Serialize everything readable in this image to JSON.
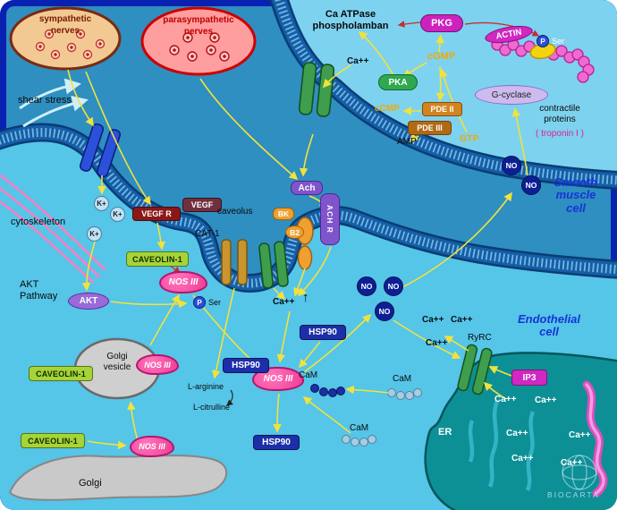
{
  "watermark": "BIOCARTA",
  "nerves": {
    "sympathetic_l1": "sympathetic",
    "sympathetic_l2": "nerves",
    "parasympathetic_l1": "parasympathetic",
    "parasympathetic_l2": "nerves"
  },
  "extracellular": {
    "shear_stress": "shear stress",
    "cytoskeleton": "cytoskeleton",
    "k": "K+",
    "vegfr": "VEGF R",
    "vegf": "VEGF",
    "ach": "Ach",
    "achr": "ACH R",
    "bk": "BK",
    "b2": "B2",
    "caveolus": "caveolus",
    "cat1": "CAT-1"
  },
  "endothelial": {
    "cell_l1": "Endothelial",
    "cell_l2": "cell",
    "akt_label_l1": "AKT",
    "akt_label_l2": "Pathway",
    "akt": "AKT",
    "caveolin": "CAVEOLIN-1",
    "nos3": "NOS III",
    "p": "P",
    "ser": "Ser",
    "hsp90": "HSP90",
    "ca": "Ca++",
    "up": "↑",
    "no": "NO",
    "cam": "CaM",
    "l_arginine": "L-arginine",
    "l_citrulline": "L-citrulline",
    "golgi_vesicle_l1": "Golgi",
    "golgi_vesicle_l2": "vesicle",
    "golgi": "Golgi",
    "er": "ER",
    "ryrc": "RyRC",
    "ip3": "IP3"
  },
  "smc": {
    "cell_l1": "Smooth",
    "cell_l2": "muscle",
    "cell_l3": "cell",
    "ca_atpase_l1": "Ca ATPase",
    "ca_atpase_l2": "phospholamban",
    "pkg": "PKG",
    "actin": "ACTIN",
    "p": "P",
    "ser": "Ser",
    "cgmp": "cGMP",
    "pka": "PKA",
    "ccmp": "cCMP",
    "pde2": "PDE II",
    "pde3": "PDE III",
    "amp": "AMP",
    "gtp": "GTP",
    "gcyclase": "G-cyclase",
    "contractile_l1": "contractile",
    "contractile_l2": "proteins",
    "troponin": "( troponin I )",
    "no": "NO",
    "ca": "Ca++"
  },
  "colors": {
    "frame": "#0921B0",
    "extracellular_bg": "#2E8FC0",
    "endothelial_bg": "#55C5E8",
    "smc_bg": "#7DD2EF",
    "membrane_core": "#155FA6",
    "arrow_yellow": "#F2E23C",
    "arrow_red": "#C23030",
    "nos_pink": "#EE3D96",
    "caveolin_green": "#A6D438",
    "hsp90_navy": "#1C2FA8",
    "no_navy": "#0E1F96",
    "magenta": "#CC22BE",
    "orange_text": "#F5A800",
    "cell_blue": "#1733D6",
    "er_teal": "#0D8F96",
    "golgi_gray": "#C9C9C9"
  }
}
